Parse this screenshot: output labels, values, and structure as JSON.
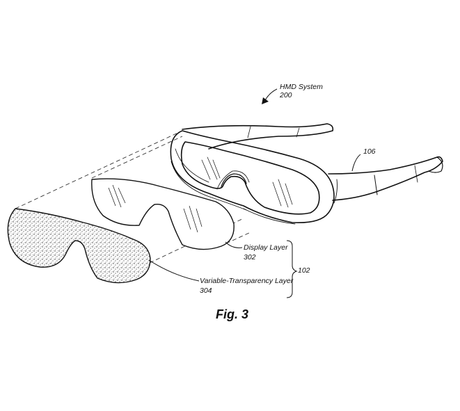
{
  "labels": {
    "hmd_system_name": "HMD System",
    "hmd_system_ref": "200",
    "frame_ref": "106",
    "display_layer_name": "Display Layer",
    "display_layer_ref": "302",
    "variable_layer_name": "Variable-Transparency Layer",
    "variable_layer_ref": "304",
    "group_ref": "102"
  },
  "caption": "Fig. 3"
}
